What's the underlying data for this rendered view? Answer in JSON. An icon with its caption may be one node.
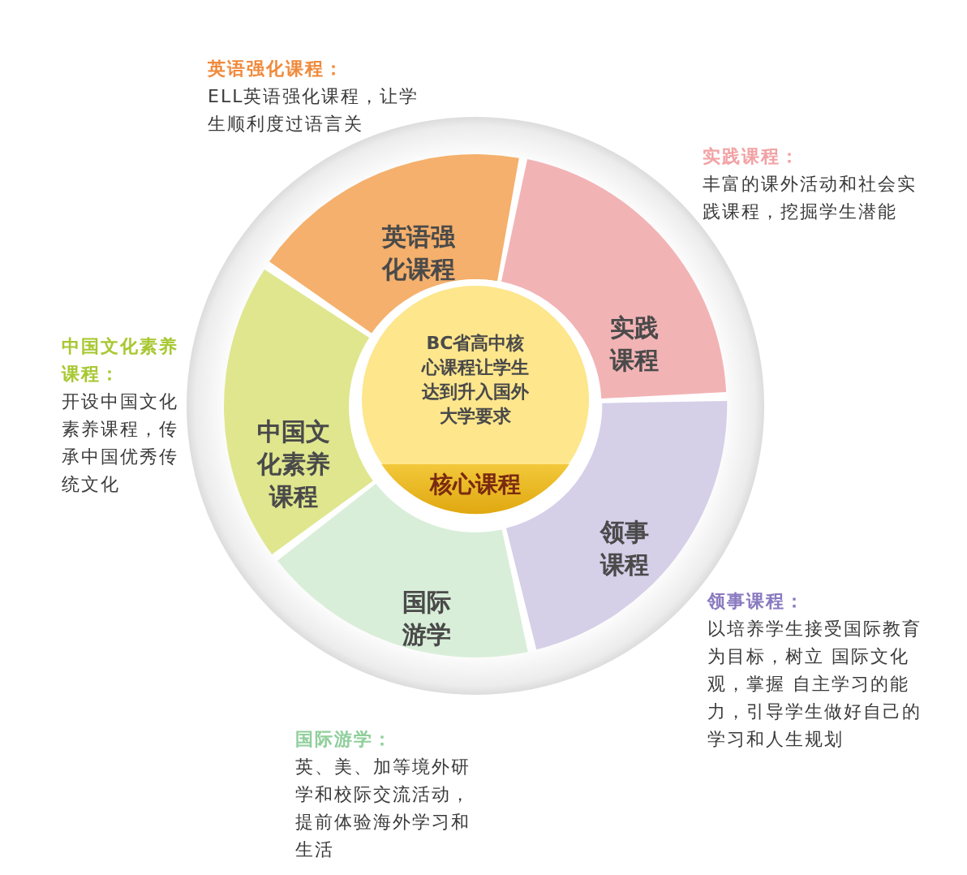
{
  "diagram": {
    "nodes": [
      {
        "text": [
          "BC省高中核心课程让学生达到升入国外大学要求",
          "核心课程"
        ]
      },
      {
        "text": [
          "英语强化课程"
        ],
        "beside": [
          "英语强化课程：",
          "ELL英语强化课程，让学生顺利度过语言关"
        ]
      },
      {
        "text": [
          "实践课程"
        ],
        "beside": [
          "实践课程：",
          "丰富的课外活动和社会实践课程，挖掘学生潜能"
        ]
      },
      {
        "text": [
          "领事课程"
        ],
        "beside": [
          "领事课程：",
          "以培养学生接受国际教育为目标，树立 国际文化观，掌握 自主学习的能力，引导学生做好自己的学习和人生规划"
        ]
      },
      {
        "text": [
          "国际游学"
        ],
        "beside": [
          "国际游学：",
          "英、美、加等境外研学和校际交流活动，提前体验海外学习和生活"
        ]
      },
      {
        "text": [
          "中国文化素养课程"
        ],
        "beside": [
          "中国文化素养课程：",
          "开设中国文化素养课程，传承中国优秀传统文化"
        ]
      }
    ]
  }
}
